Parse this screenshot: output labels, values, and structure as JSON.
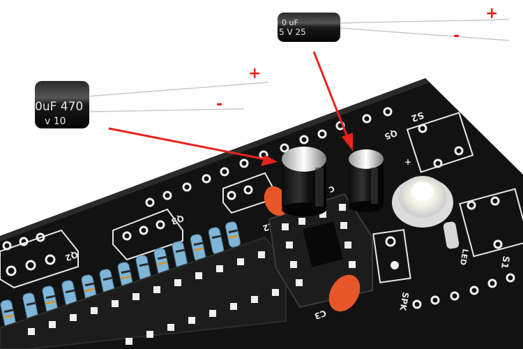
{
  "capacitor_small": {
    "markings": [
      "0 uF",
      "5 V 25"
    ],
    "plus": "+",
    "minus": "-"
  },
  "capacitor_large": {
    "markings": [
      "0uF 470",
      "v 10"
    ],
    "plus": "+",
    "minus": "-"
  },
  "board_labels": {
    "s2": "S2",
    "q5": "Q5",
    "q3": "Q3",
    "q2": "Q2",
    "c2": "C2",
    "c3": "C3",
    "led": "LED",
    "s1": "S1",
    "spk": "SPK",
    "c_mark": "C",
    "plus_mark": "+"
  },
  "colors": {
    "arrow": "#e8231c",
    "pcb": "#111111",
    "pad": "#f2f2f2",
    "capacitor_body": "#141414",
    "ceramic_cap": "#e8562a"
  }
}
